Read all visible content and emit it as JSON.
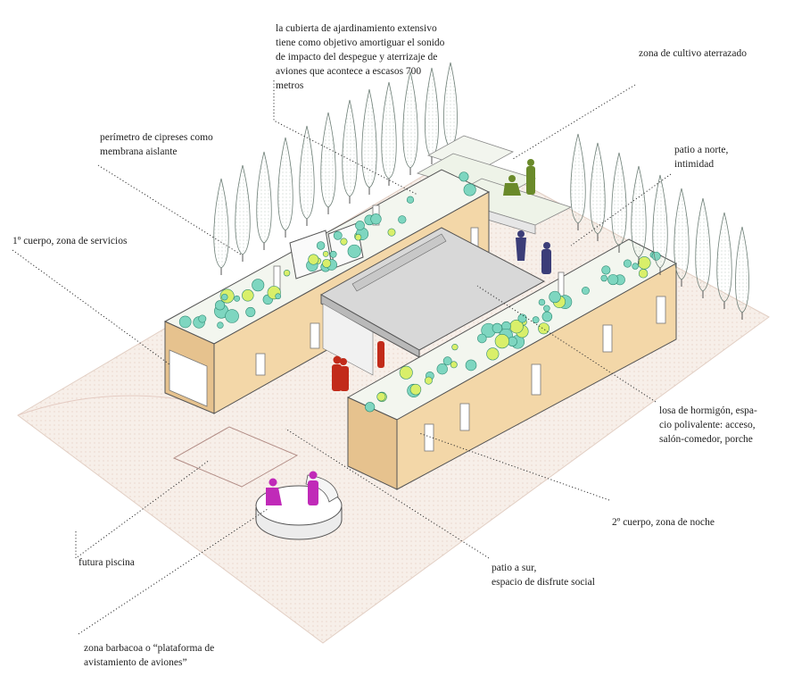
{
  "annotations": {
    "roof": {
      "lines": [
        "la cubierta de ajardinamiento extensivo",
        "tiene como objetivo amortiguar el sonido",
        "de impacto del despegue y aterrizaje de",
        "aviones que acontece a escasos 700",
        "metros"
      ]
    },
    "terrace": {
      "lines": [
        "zona de cultivo aterrazado"
      ]
    },
    "cypress": {
      "lines": [
        "perímetro de cipreses como",
        "membrana aislante"
      ]
    },
    "north_patio": {
      "lines": [
        "patio a norte,",
        "intimidad"
      ]
    },
    "body1": {
      "lines": [
        "1º cuerpo, zona de servicios"
      ]
    },
    "slab": {
      "lines": [
        "losa de hormigón, espa-",
        "cio polivalente: acceso,",
        "salón-comedor, porche"
      ]
    },
    "body2": {
      "lines": [
        "2º cuerpo, zona de noche"
      ]
    },
    "pool": {
      "lines": [
        "futura piscina"
      ]
    },
    "south_patio": {
      "lines": [
        "patio a sur,",
        "espacio de disfrute social"
      ]
    },
    "bbq": {
      "lines": [
        "zona barbacoa o “plataforma de",
        "avistamiento de aviones”"
      ]
    }
  },
  "colors": {
    "wall": "#f3d7a8",
    "wall_dark": "#e6c28e",
    "roof_surface": "#eef3e8",
    "plants": "#7ed6c0",
    "plants_yellow": "#d9ef6a",
    "slab": "#d8d8d8",
    "ground": "#f6ece6",
    "tree_fill": "#eef2f0",
    "people_green": "#6a8a2a",
    "people_navy": "#3b3d78",
    "people_red": "#c22b1a",
    "people_magenta": "#c02ab8"
  }
}
